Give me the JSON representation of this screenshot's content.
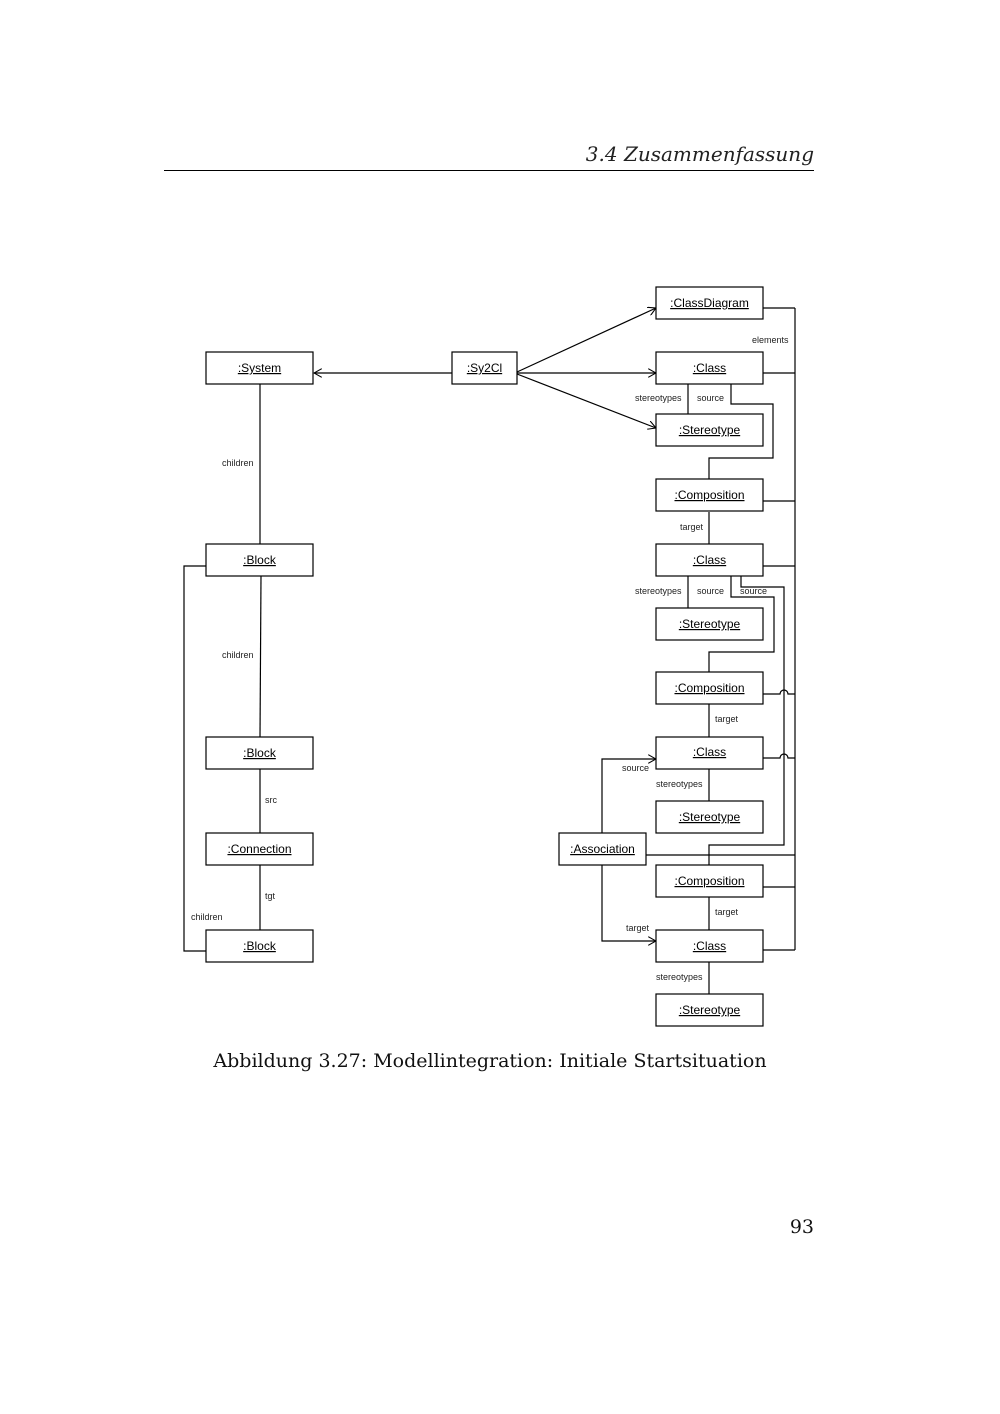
{
  "header": {
    "section_title": "3.4  Zusammenfassung"
  },
  "diagram": {
    "nodes": {
      "system": ":System",
      "sy2cl": ":Sy2Cl",
      "block1": ":Block",
      "block2": ":Block",
      "connection": ":Connection",
      "block3": ":Block",
      "classdiagram": ":ClassDiagram",
      "class1": ":Class",
      "stereotype1": ":Stereotype",
      "composition1": ":Composition",
      "class2": ":Class",
      "stereotype2": ":Stereotype",
      "composition2": ":Composition",
      "class3": ":Class",
      "stereotype3": ":Stereotype",
      "association": ":Association",
      "composition3": ":Composition",
      "class4": ":Class",
      "stereotype4": ":Stereotype"
    },
    "edge_labels": {
      "system_children": "children",
      "block1_children": "children",
      "block2_src": "src",
      "connection_tgt": "tgt",
      "block3_children": "children",
      "elements": "elements",
      "class1_stereotypes": "stereotypes",
      "class1_source": "source",
      "comp1_target": "target",
      "class2_stereotypes": "stereotypes",
      "class2_source_a": "source",
      "class2_source_b": "source",
      "comp2_target": "target",
      "assoc_source": "source",
      "class3_stereotypes": "stereotypes",
      "comp3_target": "target",
      "assoc_target": "target",
      "class4_stereotypes": "stereotypes"
    }
  },
  "caption": "Abbildung 3.27: Modellintegration: Initiale Startsituation",
  "page_number": "93"
}
